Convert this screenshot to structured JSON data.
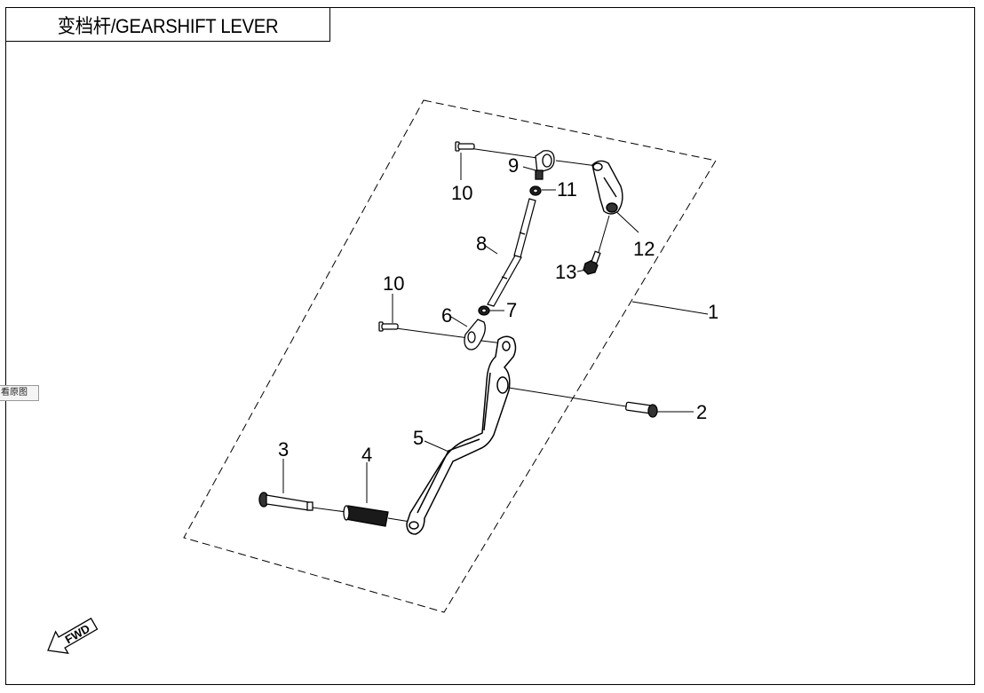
{
  "title": "变档杆/GEARSHIFT LEVER",
  "side_tab": "看原图",
  "fwd_label": "FWD",
  "callouts": {
    "c1": "1",
    "c2": "2",
    "c3": "3",
    "c4": "4",
    "c5": "5",
    "c6": "6",
    "c7": "7",
    "c8": "8",
    "c9": "9",
    "c10a": "10",
    "c10b": "10",
    "c11": "11",
    "c12": "12",
    "c13": "13"
  }
}
